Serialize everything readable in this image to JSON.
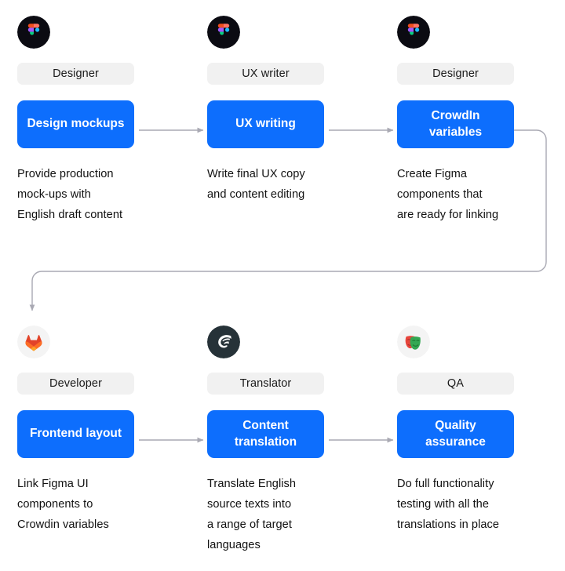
{
  "diagram": {
    "type": "localization-workflow-flowchart",
    "accent_color": "#0d6efd",
    "pill_color": "#f1f1f1",
    "connector_color": "#a9a9b3",
    "background": "#ffffff"
  },
  "rows": [
    {
      "id": "row-top",
      "steps": [
        {
          "icon": "figma-icon",
          "role": "Designer",
          "task": [
            "Design",
            "mockups"
          ],
          "description": [
            "Provide production",
            "mock-ups with",
            "English draft content"
          ]
        },
        {
          "icon": "figma-icon",
          "role": "UX writer",
          "task": [
            "UX",
            "writing"
          ],
          "description": [
            "Write final UX copy",
            "and content editing"
          ]
        },
        {
          "icon": "figma-icon",
          "role": "Designer",
          "task": [
            "CrowdIn",
            "variables"
          ],
          "description": [
            "Create Figma",
            "components that",
            "are ready for linking"
          ]
        }
      ]
    },
    {
      "id": "row-bottom",
      "steps": [
        {
          "icon": "gitlab-icon",
          "role": "Developer",
          "task": [
            "Frontend",
            "layout"
          ],
          "description": [
            "Link Figma UI",
            "components to",
            "Crowdin variables"
          ]
        },
        {
          "icon": "crowdin-icon",
          "role": "Translator",
          "task": [
            "Content",
            "translation"
          ],
          "description": [
            "Translate English",
            "source texts into",
            "a range of target",
            "languages"
          ]
        },
        {
          "icon": "theater-masks-icon",
          "role": "QA",
          "task": [
            "Quality",
            "assurance"
          ],
          "description": [
            "Do full functionality",
            "testing with all the",
            "translations in place"
          ]
        }
      ]
    }
  ],
  "connectors": [
    {
      "name": "design-to-ux",
      "from": "Design mockups",
      "to": "UX writing",
      "style": "straight-arrow-right"
    },
    {
      "name": "ux-to-crowdin",
      "from": "UX writing",
      "to": "CrowdIn variables",
      "style": "straight-arrow-right"
    },
    {
      "name": "crowdin-to-frontend",
      "from": "CrowdIn variables",
      "to": "Frontend layout",
      "style": "wrap-around-arrow-down"
    },
    {
      "name": "frontend-to-content",
      "from": "Frontend layout",
      "to": "Content translation",
      "style": "straight-arrow-right"
    },
    {
      "name": "content-to-quality",
      "from": "Content translation",
      "to": "Quality assurance",
      "style": "straight-arrow-right"
    }
  ]
}
